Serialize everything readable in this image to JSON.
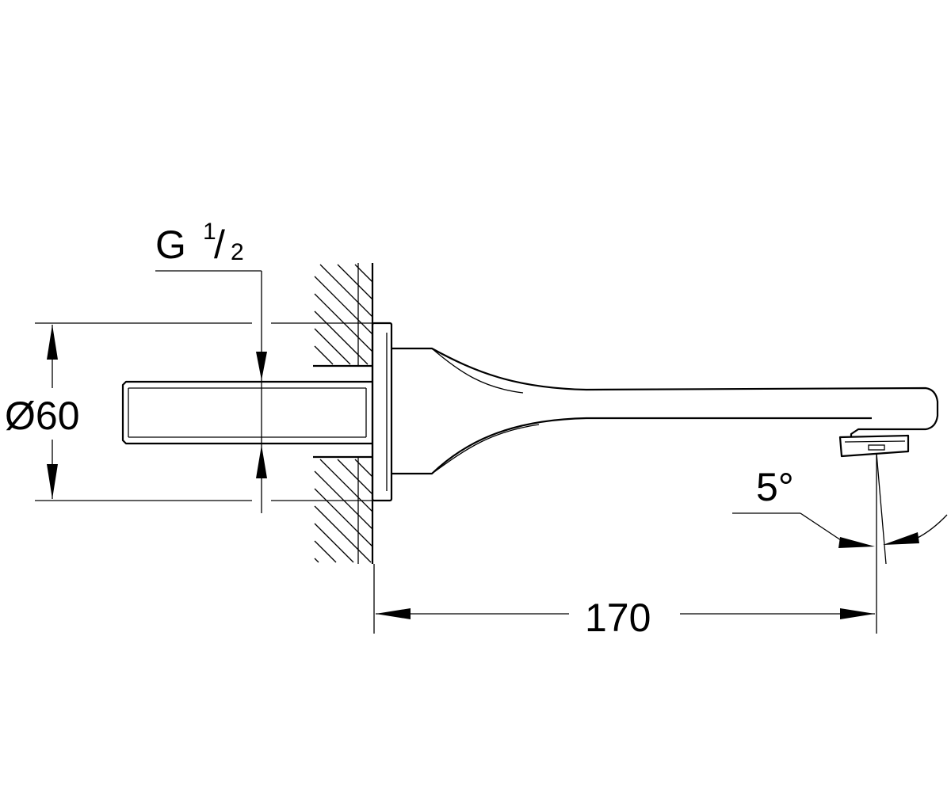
{
  "labels": {
    "thread_letter": "G",
    "thread_num": "1",
    "thread_slash": "/",
    "thread_den": "2",
    "diameter": "Ø60",
    "angle": "5°",
    "length": "170"
  }
}
